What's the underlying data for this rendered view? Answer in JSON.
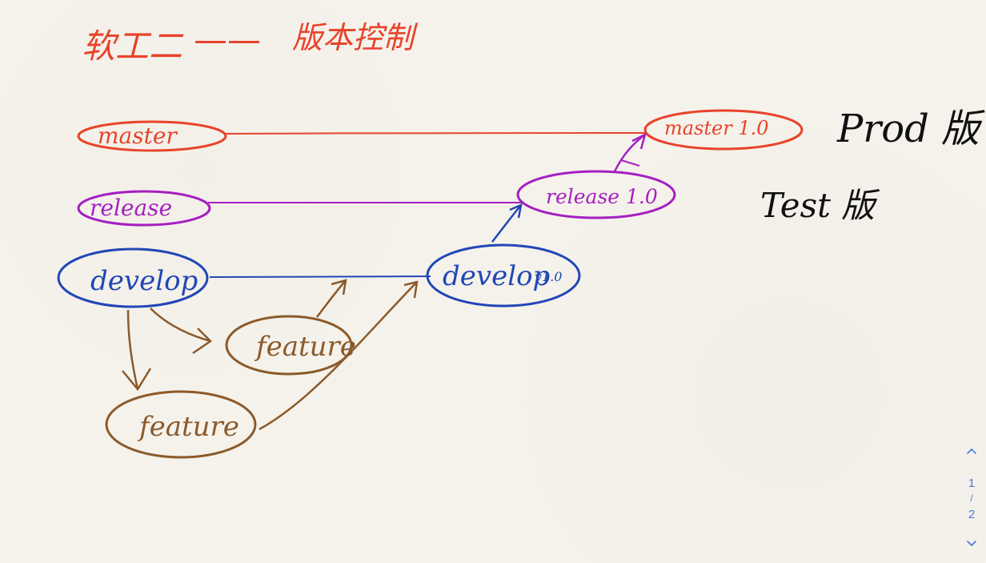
{
  "title": {
    "prefix": "软工二",
    "dash": "——",
    "text": "版本控制",
    "color": "#e8432b"
  },
  "branches": {
    "master": {
      "label": "master",
      "release_label": "master 1.0",
      "color": "#e8432b"
    },
    "release": {
      "label": "release",
      "release_label": "release 1.0",
      "color": "#a51fc1"
    },
    "develop": {
      "label": "develop",
      "release_label": "develop",
      "version_suffix": "v1.0",
      "color": "#2147b6"
    },
    "feature": {
      "label_top": "feature",
      "label_bottom": "feature",
      "color": "#8b5a2b"
    }
  },
  "env_labels": {
    "prod": "Prod 版",
    "test": "Test 版",
    "color": "#111111"
  },
  "pager": {
    "current": "1",
    "separator": "/",
    "total": "2",
    "up_icon": "chevron-up-icon",
    "down_icon": "chevron-down-icon",
    "color": "#4a78e3"
  }
}
